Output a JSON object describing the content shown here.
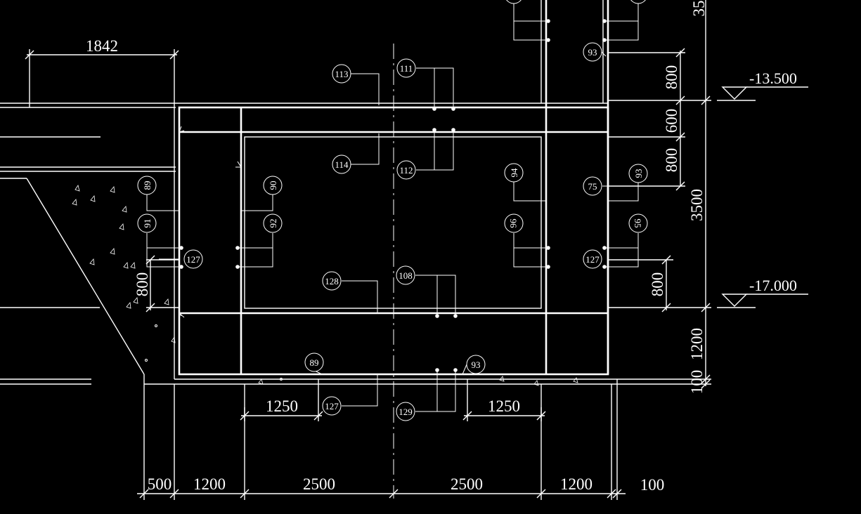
{
  "drawing": {
    "background": "#000000",
    "line_color": "#ffffff",
    "top_dimension": "1842",
    "elevations": {
      "upper": "-13.500",
      "lower": "-17.000"
    },
    "right_dims": {
      "partial_top": "35",
      "d1": "800",
      "d2": "600",
      "d3": "800",
      "d4": "3500",
      "d5": "800",
      "d6": "1200",
      "d7": "100"
    },
    "left_dim": "800",
    "bottom_dims": [
      "500",
      "1200",
      "2500",
      "2500",
      "1200",
      "100"
    ],
    "inner_dims": {
      "left": "1250",
      "right": "1250"
    },
    "callouts": {
      "c113": "113",
      "c111": "111",
      "c114": "114",
      "c112": "112",
      "c93_top": "93",
      "c94": "94",
      "c75": "75",
      "c93_right": "93",
      "c89_left": "89",
      "c90": "90",
      "c91": "91",
      "c92": "92",
      "c127_left": "127",
      "c96": "96",
      "c95": "95",
      "c127_right": "127",
      "c128": "128",
      "c108": "108",
      "c89_bottom": "89",
      "c93_bottom": "93",
      "c127_bottom": "127",
      "c129": "129"
    }
  }
}
